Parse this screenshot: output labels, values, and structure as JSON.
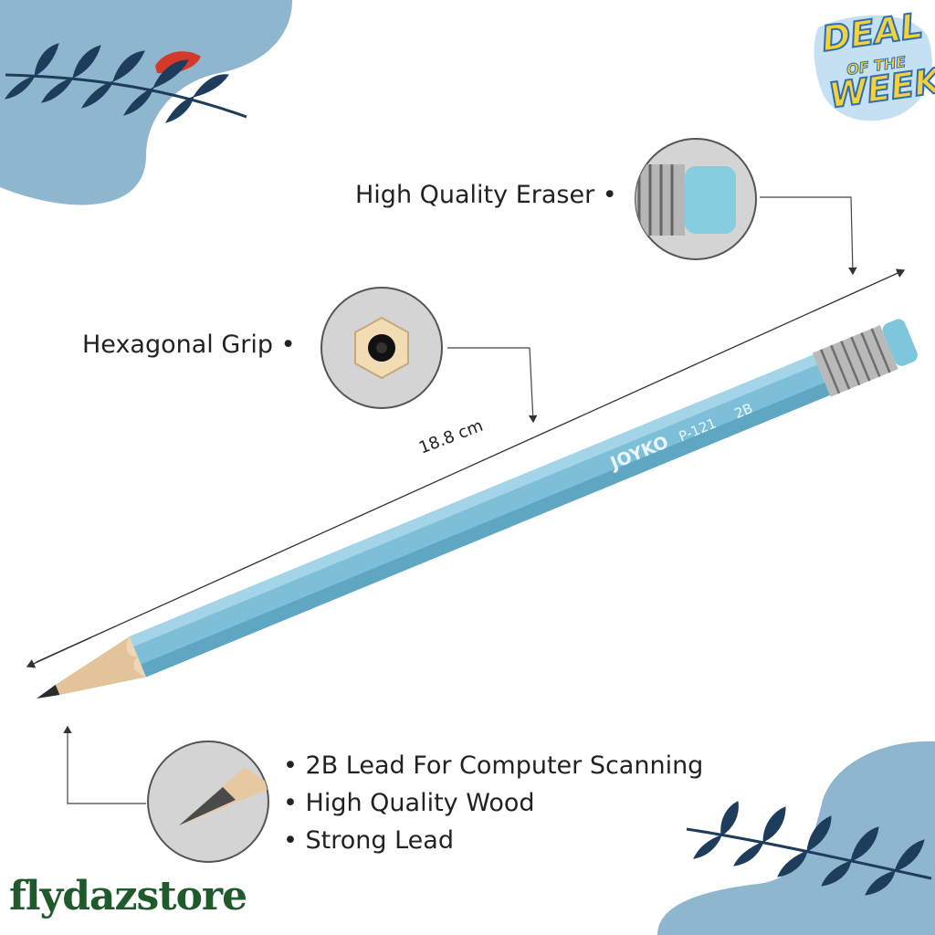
{
  "features": {
    "eraser_label": "High Quality Eraser •",
    "grip_label": "Hexagonal Grip •",
    "tip_points": [
      "2B Lead For Computer Scanning",
      "High Quality Wood",
      "Strong Lead"
    ]
  },
  "dimension": {
    "length_label": "18.8 cm"
  },
  "pencil": {
    "brand": "JOYKO",
    "model": "P-121",
    "grade": "2B"
  },
  "badge": {
    "line1": "DEAL",
    "line2": "OF THE",
    "line3": "WEEK"
  },
  "store": {
    "name": "flydazstore"
  },
  "colors": {
    "pencil_body": "#7dbfd9",
    "blob": "#8fb6cf",
    "leaf": "#1e3d5c",
    "badge_yellow": "#f5d13a",
    "badge_blue": "#5aa7dc",
    "store_green": "#1f5a2c",
    "circle_gray": "#d4d4d4"
  }
}
